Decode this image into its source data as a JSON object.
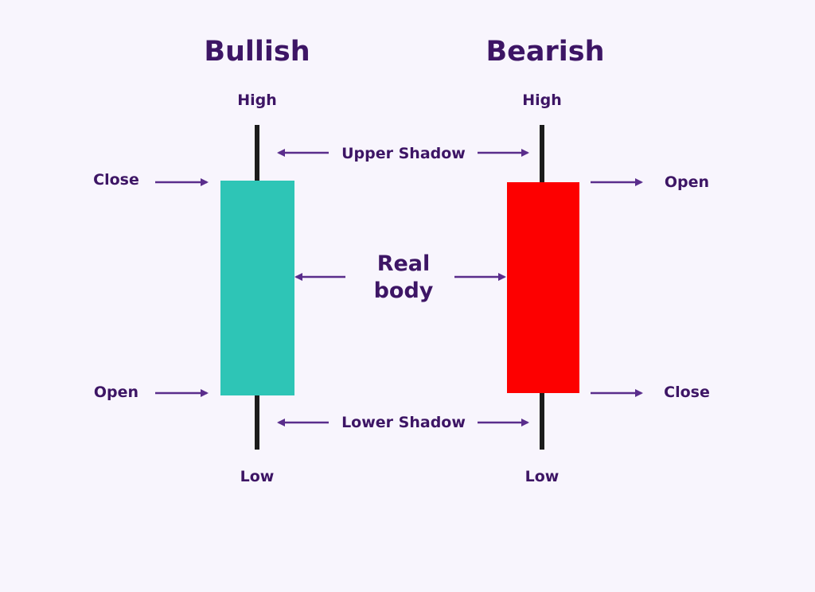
{
  "colors": {
    "background": "#f8f5fd",
    "text": "#3d1565",
    "arrow": "#5a2d8c",
    "bullish_body": "#2ec5b6",
    "bearish_body": "#fd0000",
    "wick": "#1c1c1c"
  },
  "bullish": {
    "title": "Bullish",
    "high_label": "High",
    "low_label": "Low",
    "close_label": "Close",
    "open_label": "Open"
  },
  "bearish": {
    "title": "Bearish",
    "high_label": "High",
    "low_label": "Low",
    "open_label": "Open",
    "close_label": "Close"
  },
  "center": {
    "upper_shadow_label": "Upper Shadow",
    "lower_shadow_label": "Lower Shadow",
    "real_body_line1": "Real",
    "real_body_line2": "body"
  }
}
